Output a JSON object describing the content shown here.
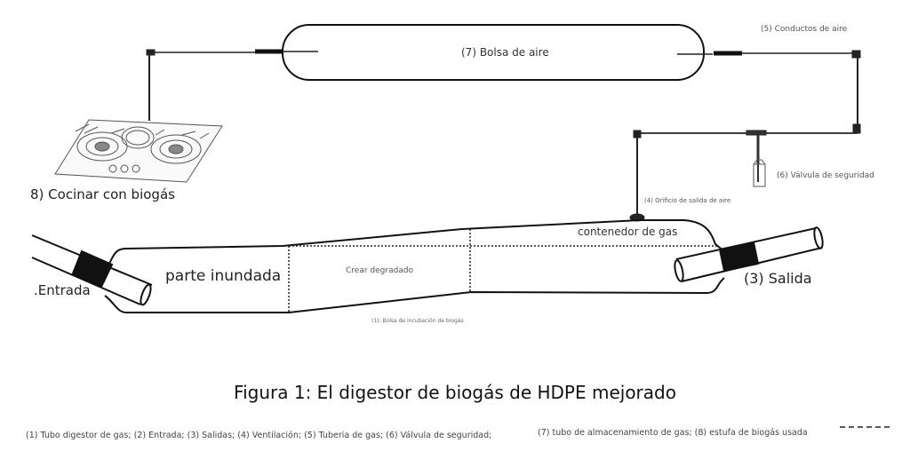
{
  "labels": {
    "air_bag": "(7) Bolsa de aire",
    "air_ducts": "(5) Conductos de aire",
    "safety_valve": "(6) Válvula de seguridad",
    "air_outlet": "(4) Orificio de salida de aire",
    "cooking": "8) Cocinar con biogás",
    "gas_container": "contenedor de gas",
    "flooded_part": "parte inundada",
    "inlet": ".Entrada",
    "outlet": "(3) Salida",
    "gradient": "Crear degradado",
    "incubation_bag": "(1): Bolsa de incubación de biogás"
  },
  "caption": "Figura 1: El digestor de biogás de HDPE mejorado",
  "legend": {
    "line1": "(1) Tubo digestor de gas; (2) Entrada; (3) Salidas; (4) Ventilación; (5) Tuberia de gas; (6) Válvula de seguridad;",
    "line2": "(7) tubo de almacenamiento de gas; (8) estufa de biogás usada"
  }
}
